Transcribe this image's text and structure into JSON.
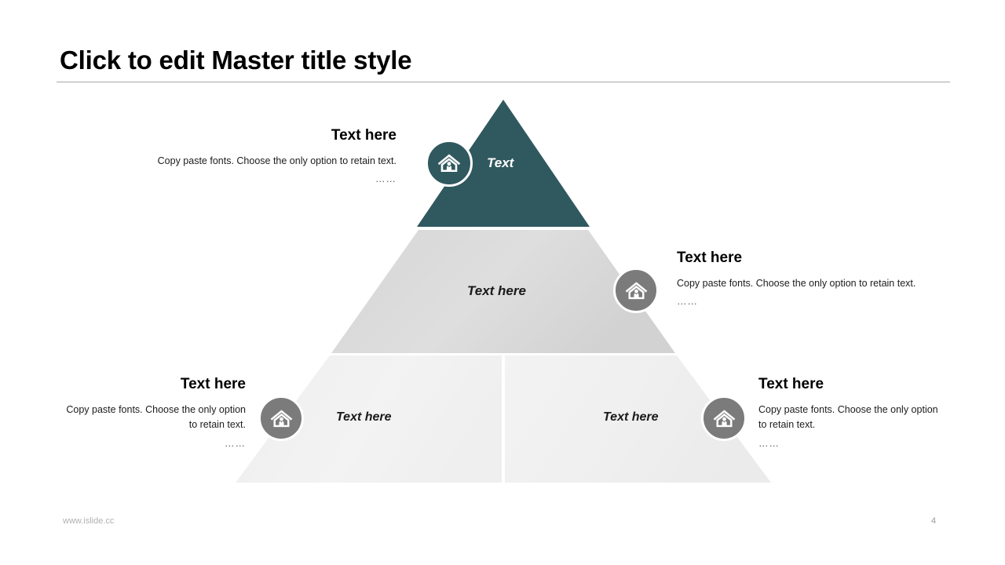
{
  "slide": {
    "title": "Click to edit Master title style",
    "page_number": "4",
    "footer_url": "www.islide.cc"
  },
  "colors": {
    "tier1_fill": "#30585f",
    "tier2_fill": "#dcdcdc",
    "tier3_fill": "#f1f1f1",
    "badge_teal": "#30585f",
    "badge_gray": "#7b7b7b",
    "rule": "#a6a6a6",
    "footer_text": "#b0b0b0"
  },
  "pyramid": {
    "tiers": [
      {
        "id": "tier-1",
        "inner_label": "Text",
        "icon": "house-person-icon",
        "badge_style": "teal"
      },
      {
        "id": "tier-2",
        "inner_label": "Text here",
        "icon": "house-person-icon",
        "badge_style": "gray"
      },
      {
        "id": "tier-3-left",
        "inner_label": "Text here",
        "icon": "house-person-icon",
        "badge_style": "gray"
      },
      {
        "id": "tier-3-right",
        "inner_label": "Text here",
        "icon": "house-person-icon",
        "badge_style": "gray"
      }
    ]
  },
  "callouts": [
    {
      "id": "callout-top-left",
      "heading": "Text here",
      "body": "Copy paste fonts. Choose the only option to retain text.",
      "dots": "……",
      "align": "right"
    },
    {
      "id": "callout-middle-right",
      "heading": "Text here",
      "body": "Copy paste fonts. Choose the only option to retain text.",
      "dots": "……",
      "align": "left"
    },
    {
      "id": "callout-bottom-left",
      "heading": "Text here",
      "body": "Copy paste fonts. Choose the only option to retain text.",
      "dots": "……",
      "align": "right"
    },
    {
      "id": "callout-bottom-right",
      "heading": "Text here",
      "body": "Copy paste fonts. Choose the only option to retain text.",
      "dots": "……",
      "align": "left"
    }
  ]
}
